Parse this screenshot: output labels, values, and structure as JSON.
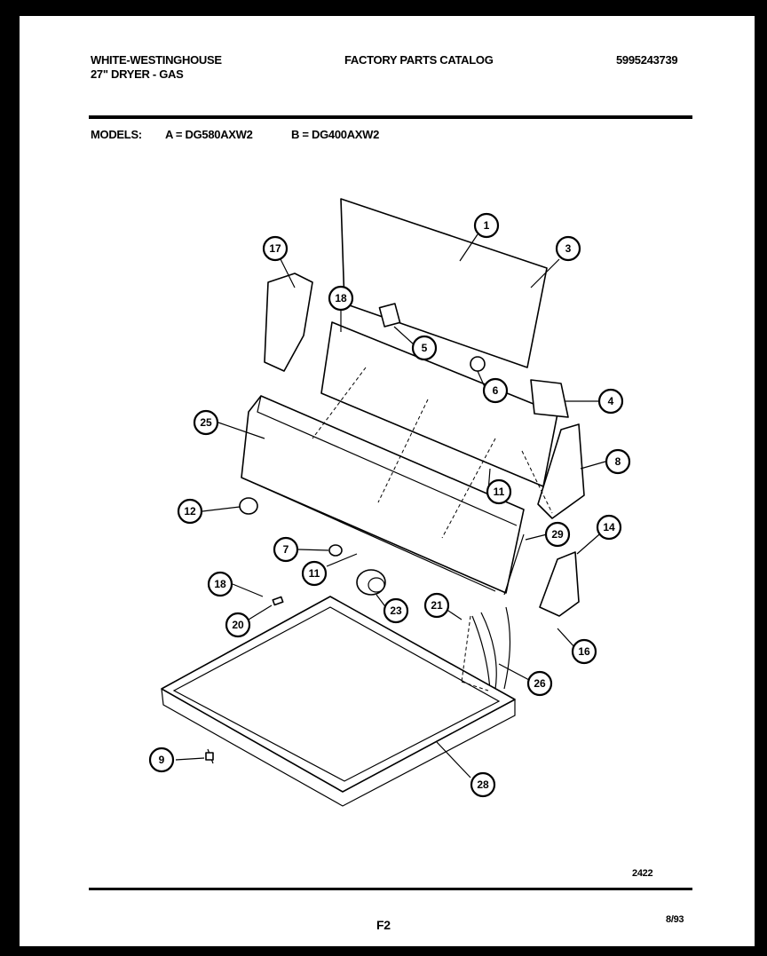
{
  "header": {
    "brand": "WHITE-WESTINGHOUSE",
    "product": "27\" DRYER - GAS",
    "catalog_title": "FACTORY PARTS CATALOG",
    "catalog_number": "5995243739"
  },
  "models": {
    "label": "MODELS:",
    "model_a": "A = DG580AXW2",
    "model_b": "B = DG400AXW2"
  },
  "diagram": {
    "callouts": [
      "1",
      "3",
      "17",
      "18",
      "5",
      "6",
      "4",
      "25",
      "8",
      "11",
      "12",
      "29",
      "14",
      "7",
      "11",
      "18",
      "23",
      "21",
      "20",
      "16",
      "26",
      "9",
      "28"
    ]
  },
  "footer": {
    "drawing_code": "2422",
    "page_label": "F2",
    "date": "8/93"
  }
}
